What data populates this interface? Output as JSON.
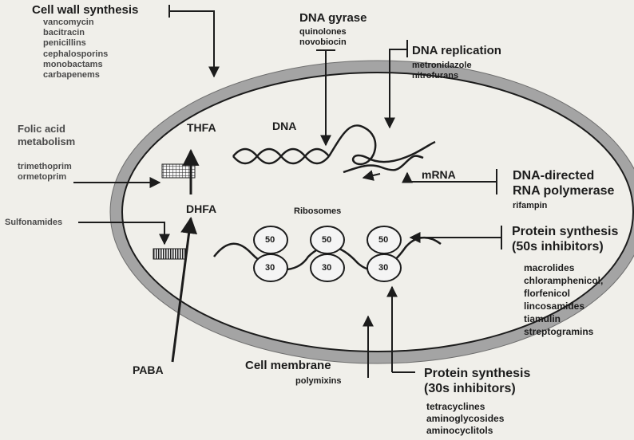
{
  "cell_wall": {
    "title": "Cell wall synthesis",
    "drugs": [
      "vancomycin",
      "bacitracin",
      "penicillins",
      "cephalosporins",
      "monobactams",
      "carbapenems"
    ]
  },
  "dna_gyrase": {
    "title": "DNA gyrase",
    "drugs": [
      "quinolones",
      "novobiocin"
    ]
  },
  "dna_replication": {
    "title": "DNA replication",
    "drugs": [
      "metronidazole",
      "nitrofurans"
    ]
  },
  "folic_acid": {
    "title_line1": "Folic acid",
    "title_line2": "metabolism",
    "drugs": [
      "trimethoprim",
      "ormetoprim"
    ]
  },
  "sulfonamides": {
    "label": "Sulfonamides"
  },
  "rna_polymerase": {
    "title_line1": "DNA-directed",
    "title_line2": "RNA polymerase",
    "drug": "rifampin"
  },
  "protein_50s": {
    "title_line1": "Protein synthesis",
    "title_line2": "(50s inhibitors)",
    "drugs": [
      "macrolides",
      "chloramphenicol,",
      "florfenicol",
      "lincosamides",
      "tiamulin",
      "streptogramins"
    ]
  },
  "protein_30s": {
    "title_line1": "Protein synthesis",
    "title_line2": "(30s inhibitors)",
    "drugs": [
      "tetracyclines",
      "aminoglycosides",
      "aminocyclitols"
    ]
  },
  "cell_membrane": {
    "title": "Cell membrane",
    "drug": "polymixins"
  },
  "inside": {
    "thfa": "THFA",
    "dhfa": "DHFA",
    "paba": "PABA",
    "dna": "DNA",
    "mrna": "mRNA",
    "ribosomes": "Ribosomes",
    "large_subunit": "50",
    "small_subunit": "30"
  }
}
